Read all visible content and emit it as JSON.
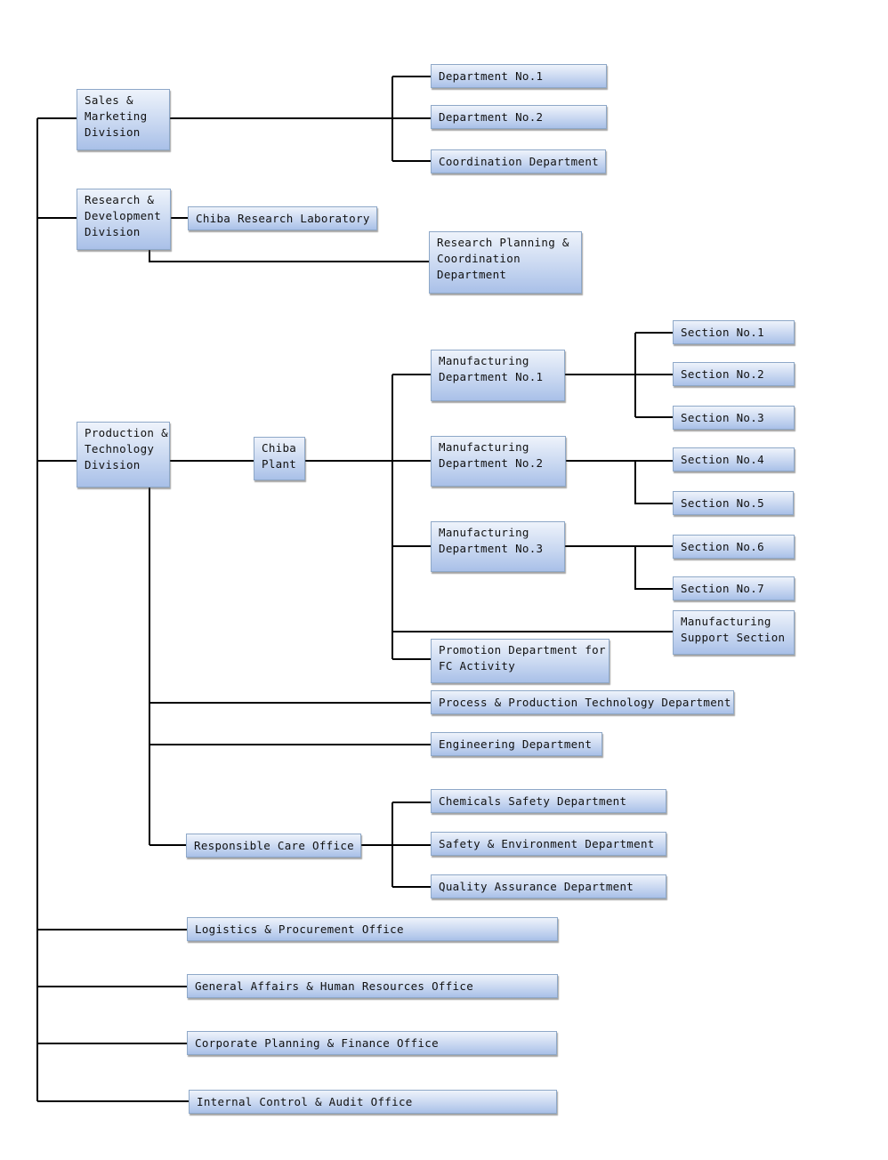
{
  "units": {
    "sales": "Sales &\nMarketing\nDivision",
    "dept1": "Department No.1",
    "dept2": "Department No.2",
    "coord": "Coordination Department",
    "rnd": "Research &\nDevelopment\nDivision",
    "chiba_lab": "Chiba Research Laboratory",
    "rpcd": "Research Planning &\nCoordination\nDepartment",
    "ptd": "Production &\nTechnology\nDivision",
    "chiba_plant": "Chiba\nPlant",
    "mfg1": "Manufacturing\nDepartment No.1",
    "mfg2": "Manufacturing\nDepartment No.2",
    "mfg3": "Manufacturing\nDepartment No.3",
    "sec1": "Section No.1",
    "sec2": "Section No.2",
    "sec3": "Section No.3",
    "sec4": "Section No.4",
    "sec5": "Section No.5",
    "sec6": "Section No.6",
    "sec7": "Section No.7",
    "mss": "Manufacturing\nSupport Section",
    "promo": "Promotion Department for\nFC Activity",
    "pptd": "Process & Production Technology Department",
    "eng": "Engineering Department",
    "rco": "Responsible Care Office",
    "chem": "Chemicals Safety Department",
    "safety": "Safety & Environment Department",
    "qa": "Quality Assurance Department",
    "logistics": "Logistics & Procurement Office",
    "general": "General Affairs & Human Resources Office",
    "corporate": "Corporate Planning & Finance Office",
    "audit": "Internal Control & Audit Office"
  }
}
